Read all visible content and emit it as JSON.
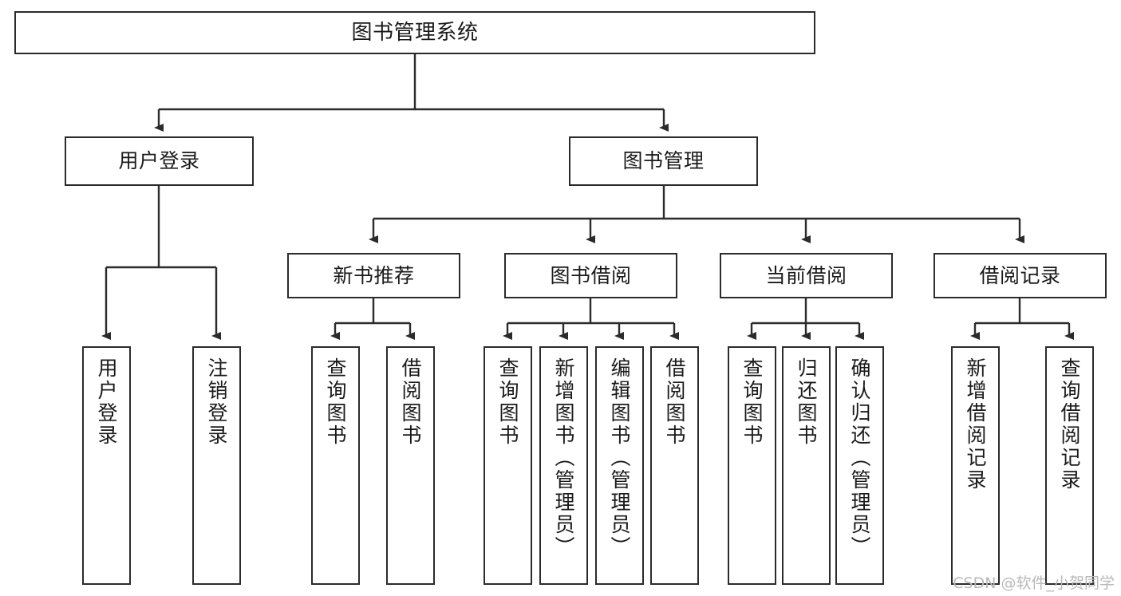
{
  "diagram": {
    "type": "tree",
    "title": "图书管理系统",
    "colors": {
      "box_border": "#2b2b2b",
      "box_fill": "#ffffff",
      "edge": "#2b2b2b",
      "text": "#1a1a1a",
      "watermark": "#b9b9b9"
    },
    "nodes": {
      "root": {
        "label": "图书管理系统",
        "level": 1,
        "orientation": "horizontal"
      },
      "l2": [
        {
          "id": "user-login",
          "label": "用户登录",
          "level": 2,
          "orientation": "horizontal"
        },
        {
          "id": "book-manage",
          "label": "图书管理",
          "level": 2,
          "orientation": "horizontal"
        }
      ],
      "l3": [
        {
          "id": "new-book-rec",
          "label": "新书推荐",
          "level": 3,
          "orientation": "horizontal"
        },
        {
          "id": "book-borrow",
          "label": "图书借阅",
          "level": 3,
          "orientation": "horizontal"
        },
        {
          "id": "current-borrow",
          "label": "当前借阅",
          "level": 3,
          "orientation": "horizontal"
        },
        {
          "id": "borrow-record",
          "label": "借阅记录",
          "level": 3,
          "orientation": "horizontal"
        }
      ],
      "leaves": [
        {
          "id": "leaf-user-login",
          "label": "用户登录",
          "parent": "user-login",
          "orientation": "vertical"
        },
        {
          "id": "leaf-user-logout",
          "label": "注销登录",
          "parent": "user-login",
          "orientation": "vertical"
        },
        {
          "id": "leaf-query-book-1",
          "label": "查询图书",
          "parent": "new-book-rec",
          "orientation": "vertical"
        },
        {
          "id": "leaf-borrow-book-1",
          "label": "借阅图书",
          "parent": "new-book-rec",
          "orientation": "vertical"
        },
        {
          "id": "leaf-query-book-2",
          "label": "查询图书",
          "parent": "book-borrow",
          "orientation": "vertical"
        },
        {
          "id": "leaf-add-book",
          "label": "新增图书（管理员）",
          "parent": "book-borrow",
          "orientation": "vertical"
        },
        {
          "id": "leaf-edit-book",
          "label": "编辑图书（管理员）",
          "parent": "book-borrow",
          "orientation": "vertical"
        },
        {
          "id": "leaf-borrow-book-2",
          "label": "借阅图书",
          "parent": "book-borrow",
          "orientation": "vertical"
        },
        {
          "id": "leaf-query-book-3",
          "label": "查询图书",
          "parent": "current-borrow",
          "orientation": "vertical"
        },
        {
          "id": "leaf-return-book",
          "label": "归还图书",
          "parent": "current-borrow",
          "orientation": "vertical"
        },
        {
          "id": "leaf-confirm-return",
          "label": "确认归还（管理员）",
          "parent": "current-borrow",
          "orientation": "vertical"
        },
        {
          "id": "leaf-add-record",
          "label": "新增借阅记录",
          "parent": "borrow-record",
          "orientation": "vertical"
        },
        {
          "id": "leaf-query-record",
          "label": "查询借阅记录",
          "parent": "borrow-record",
          "orientation": "vertical"
        }
      ]
    },
    "edges": [
      {
        "from": "root",
        "to": "user-login"
      },
      {
        "from": "root",
        "to": "book-manage"
      },
      {
        "from": "book-manage",
        "to": "new-book-rec"
      },
      {
        "from": "book-manage",
        "to": "book-borrow"
      },
      {
        "from": "book-manage",
        "to": "current-borrow"
      },
      {
        "from": "book-manage",
        "to": "borrow-record"
      },
      {
        "from": "user-login",
        "to": "leaf-user-login"
      },
      {
        "from": "user-login",
        "to": "leaf-user-logout"
      },
      {
        "from": "new-book-rec",
        "to": "leaf-query-book-1"
      },
      {
        "from": "new-book-rec",
        "to": "leaf-borrow-book-1"
      },
      {
        "from": "book-borrow",
        "to": "leaf-query-book-2"
      },
      {
        "from": "book-borrow",
        "to": "leaf-add-book"
      },
      {
        "from": "book-borrow",
        "to": "leaf-edit-book"
      },
      {
        "from": "book-borrow",
        "to": "leaf-borrow-book-2"
      },
      {
        "from": "current-borrow",
        "to": "leaf-query-book-3"
      },
      {
        "from": "current-borrow",
        "to": "leaf-return-book"
      },
      {
        "from": "current-borrow",
        "to": "leaf-confirm-return"
      },
      {
        "from": "borrow-record",
        "to": "leaf-add-record"
      },
      {
        "from": "borrow-record",
        "to": "leaf-query-record"
      }
    ]
  },
  "watermark": {
    "text": "CSDN @软件_小贺同学"
  }
}
